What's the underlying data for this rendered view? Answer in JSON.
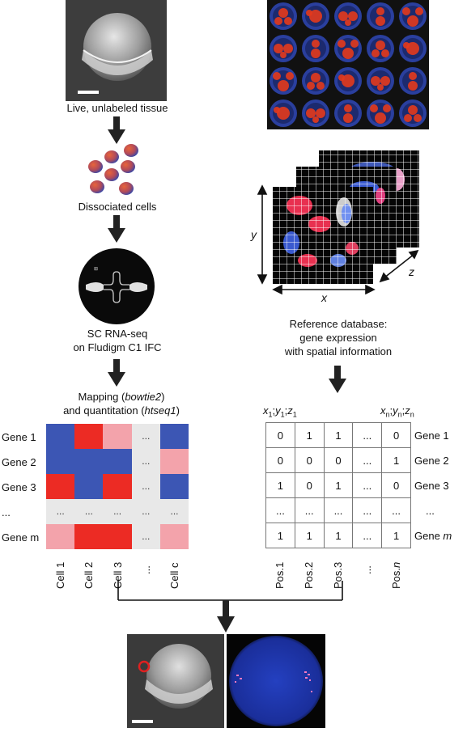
{
  "left": {
    "step1_caption": "Live, unlabeled tissue",
    "step2_caption": "Dissociated cells",
    "step3_caption_line1": "SC RNA-seq",
    "step3_caption_line2": "on Fludigm C1 IFC",
    "step4_caption_line1_pre": "Mapping (",
    "step4_caption_line1_em": "bowtie2",
    "step4_caption_line1_post": ")",
    "step4_caption_line2_pre": "and quantitation (",
    "step4_caption_line2_em": "htseq1",
    "step4_caption_line2_post": ")",
    "row_labels": [
      "Gene 1",
      "Gene 2",
      "Gene 3",
      "...",
      "Gene m"
    ],
    "col_labels": [
      "Cell 1",
      "Cell 2",
      "Cell 3",
      "...",
      "Cell c"
    ],
    "heatmap_colors": {
      "blue": "#3c56b4",
      "red": "#ec2b24",
      "pink": "#f3a3ab",
      "gray": "#e8e8e8"
    },
    "heatmap": [
      [
        "blue",
        "red",
        "pink",
        "gray",
        "blue"
      ],
      [
        "blue",
        "blue",
        "blue",
        "gray",
        "pink"
      ],
      [
        "red",
        "blue",
        "red",
        "gray",
        "blue"
      ],
      [
        "gray",
        "gray",
        "gray",
        "gray",
        "gray"
      ],
      [
        "pink",
        "red",
        "red",
        "gray",
        "pink"
      ]
    ],
    "ellipsis": "..."
  },
  "right": {
    "axis_x": "x",
    "axis_y": "y",
    "axis_z": "z",
    "caption_line1": "Reference database:",
    "caption_line2": "gene expression",
    "caption_line3": "with spatial information",
    "coord_first": {
      "x": "x",
      "sx": "1",
      "y": "y",
      "sy": "1",
      "z": "z",
      "sz": "1"
    },
    "coord_last": {
      "x": "x",
      "sx": "n",
      "y": "y",
      "sy": "n",
      "z": "z",
      "sz": "n"
    },
    "binary_table": [
      [
        "0",
        "1",
        "1",
        "...",
        "0"
      ],
      [
        "0",
        "0",
        "0",
        "...",
        "1"
      ],
      [
        "1",
        "0",
        "1",
        "...",
        "0"
      ],
      [
        "...",
        "...",
        "...",
        "...",
        "..."
      ],
      [
        "1",
        "1",
        "1",
        "...",
        "1"
      ]
    ],
    "row_labels": [
      "Gene 1",
      "Gene 2",
      "Gene 3",
      "...",
      "Gene "
    ],
    "last_row_em": "m",
    "col_labels": [
      "Pos.1",
      "Pos.2",
      "Pos.3",
      "...",
      "Pos."
    ],
    "last_col_em": "n"
  },
  "colors": {
    "arrow": "#222222",
    "embryo_blue": "#2a3f9e",
    "embryo_red": "#e43a1c"
  }
}
